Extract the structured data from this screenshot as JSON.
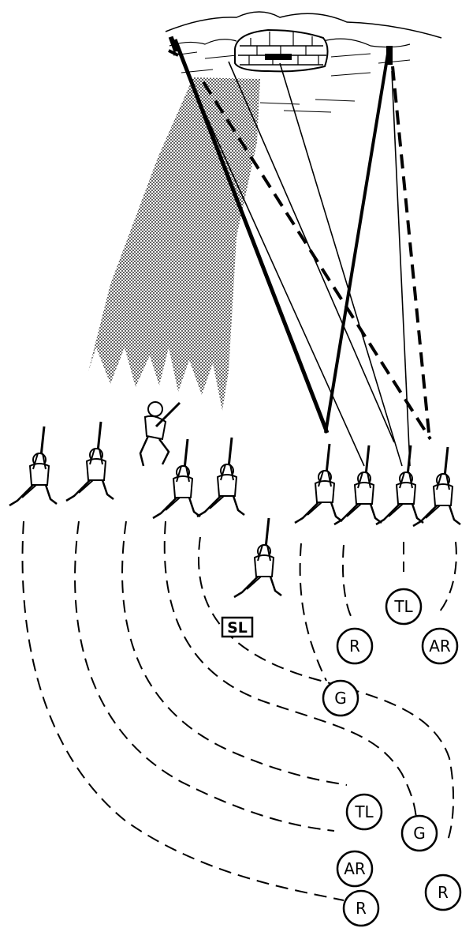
{
  "diagram": {
    "squad_leader": {
      "label": "SL"
    },
    "positions": {
      "fire_team_1": {
        "team_leader": "TL",
        "automatic_rifleman": "AR",
        "rifleman": "R",
        "grenadier": "G"
      },
      "fire_team_2": {
        "rifleman": "R",
        "grenadier": "G",
        "team_leader": "TL",
        "automatic_rifleman": "AR",
        "rifleman_2": "R"
      }
    }
  },
  "colors": {
    "line": "#000000",
    "shade": "#9a9a9a",
    "background": "#ffffff"
  },
  "icons": [
    "bunker-icon",
    "soldier-icon"
  ]
}
